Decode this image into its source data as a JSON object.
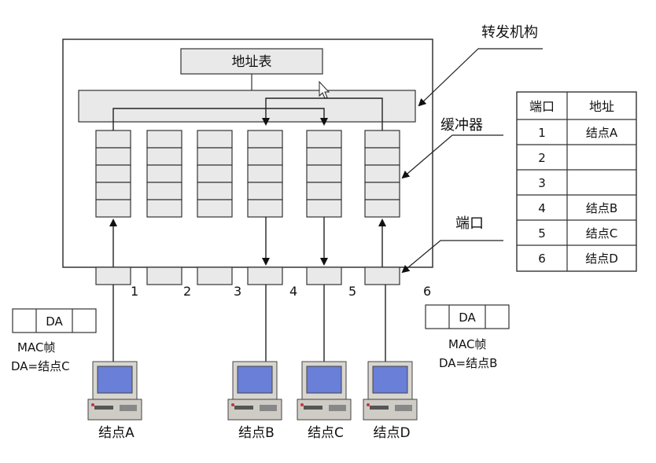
{
  "labels": {
    "forwarding": "转发机构",
    "address_table": "地址表",
    "buffer": "缓冲器",
    "port": "端口"
  },
  "port_numbers": [
    "1",
    "2",
    "3",
    "4",
    "5",
    "6"
  ],
  "table": {
    "header": [
      "端口",
      "地址"
    ],
    "rows": [
      [
        "1",
        "结点A"
      ],
      [
        "2",
        ""
      ],
      [
        "3",
        ""
      ],
      [
        "4",
        "结点B"
      ],
      [
        "5",
        "结点C"
      ],
      [
        "6",
        "结点D"
      ]
    ]
  },
  "frames": {
    "left": {
      "da": "DA",
      "type": "MAC帧",
      "dest": "DA=结点C"
    },
    "right": {
      "da": "DA",
      "type": "MAC帧",
      "dest": "DA=结点B"
    }
  },
  "nodes": [
    "结点A",
    "结点B",
    "结点C",
    "结点D"
  ],
  "colors": {
    "box_fill": "#e9e9e9",
    "stroke": "#333333",
    "screen": "#6a7fd8",
    "monitor": "#d9d6d0"
  }
}
